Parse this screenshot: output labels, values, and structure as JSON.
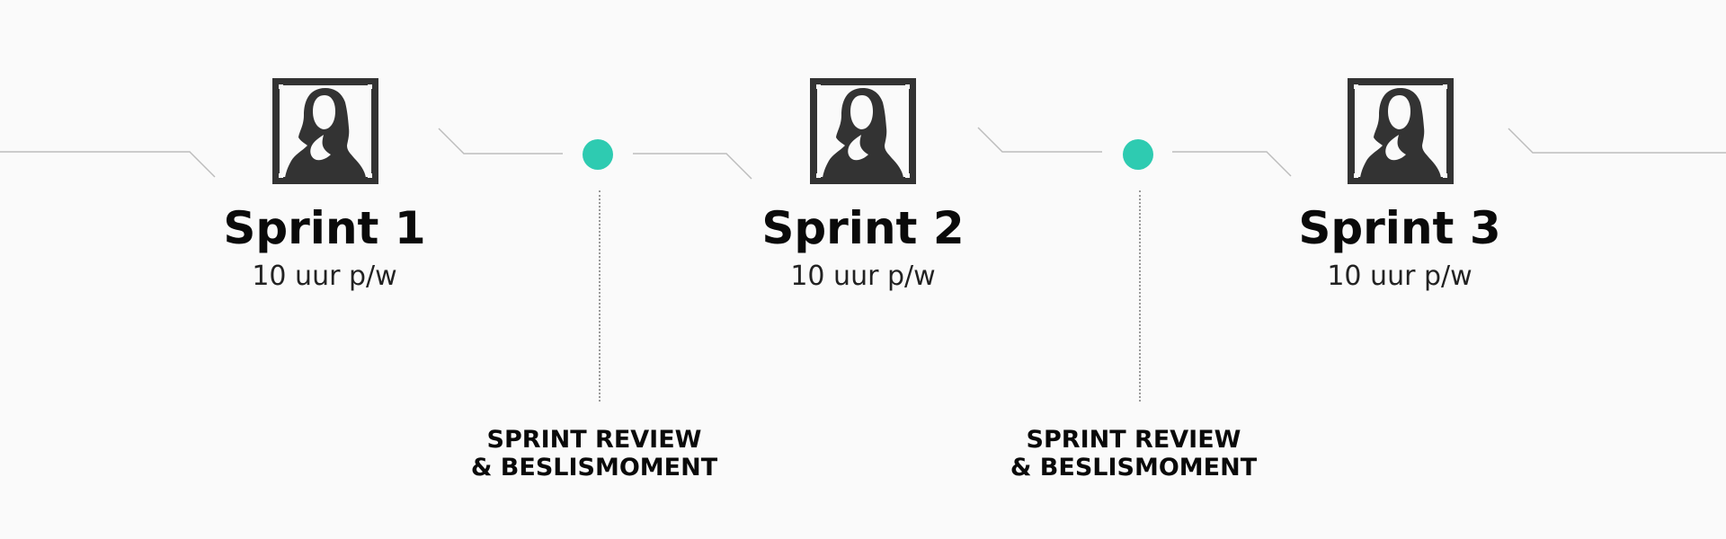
{
  "colors": {
    "background": "#fafafa",
    "milestone_dot": "#2ecbb1",
    "icon": "#333333",
    "connector": "#bdbdbd"
  },
  "sprints": [
    {
      "title": "Sprint 1",
      "hours": "10 uur p/w",
      "icon": "mona-lisa-portrait-icon"
    },
    {
      "title": "Sprint 2",
      "hours": "10 uur p/w",
      "icon": "mona-lisa-portrait-icon"
    },
    {
      "title": "Sprint 3",
      "hours": "10 uur p/w",
      "icon": "mona-lisa-portrait-icon"
    }
  ],
  "milestones": [
    {
      "line1": "SPRINT REVIEW",
      "line2": "& BESLISMOMENT"
    },
    {
      "line1": "SPRINT REVIEW",
      "line2": "& BESLISMOMENT"
    }
  ]
}
